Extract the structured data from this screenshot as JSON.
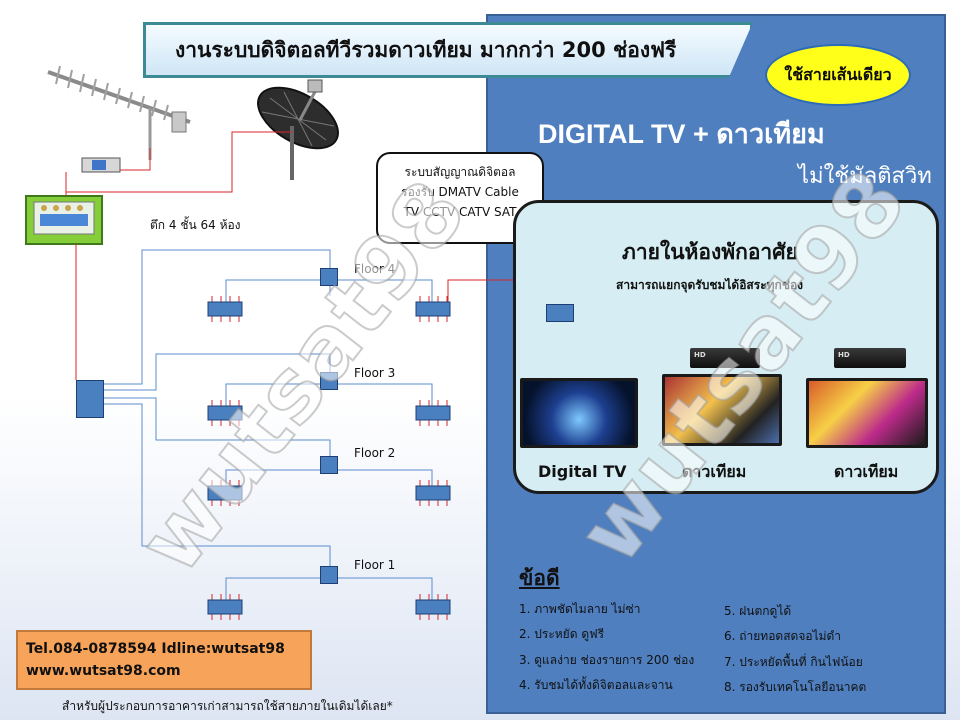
{
  "title": "งานระบบดิจิตอลทีวีรวมดาวเทียม มากกว่า 200 ช่องฟรี",
  "badge": "ใช้สายเส้นเดียว",
  "headline": "DIGITAL TV + ดาวเทียม",
  "subheadline": "ไม่ใช้มัลติสวิท",
  "signal_box": {
    "line1": "ระบบสัญญาณดิจิตอล",
    "line2": "รองรับ DMATV Cable",
    "line3": "TV CCTV CATV SAT"
  },
  "building_label": "ตึก 4 ชั้น 64 ห้อง",
  "floors": [
    "Floor 4",
    "Floor 3",
    "Floor 2",
    "Floor 1"
  ],
  "room": {
    "title": "ภายในห้องพักอาศัย",
    "subtitle": "สามารถแยกจุดรับชมได้อิสระทุกช่อง",
    "tvs": [
      {
        "caption": "Digital TV"
      },
      {
        "caption": "ดาวเทียม"
      },
      {
        "caption": "ดาวเทียม"
      }
    ]
  },
  "advantages": {
    "heading": "ข้อดี",
    "items": [
      "1. ภาพชัดไมลาย ไม่ซ่า",
      "2. ประหยัด ดูฟรี",
      "3. ดูแลง่าย ช่องรายการ 200 ช่อง",
      "4. รับชมได้ทั้งดิจิตอลและจาน",
      "5. ฝนตกดูได้",
      "6. ถ่ายทอดสดจอไม่ดำ",
      "7. ประหยัดพื้นที่ กินไฟน้อย",
      "8. รองรับเทคโนโลยีอนาคต"
    ]
  },
  "contact": {
    "line1": "Tel.084-0878594 Idline:wutsat98",
    "line2": "www.wutsat98.com"
  },
  "footnote": "สำหรับผู้ประกอบการอาคารเก่าสามารถใช้สายภายในเดิมได้เลย*",
  "stb_label": "HD",
  "watermark": "wutsat98",
  "colors": {
    "panel_blue": "#4f7fbf",
    "cable_blue": "#5b8ccf",
    "cable_red": "#d8262a",
    "badge_yellow": "#ffff1a",
    "contact_orange": "#f7a35a"
  }
}
